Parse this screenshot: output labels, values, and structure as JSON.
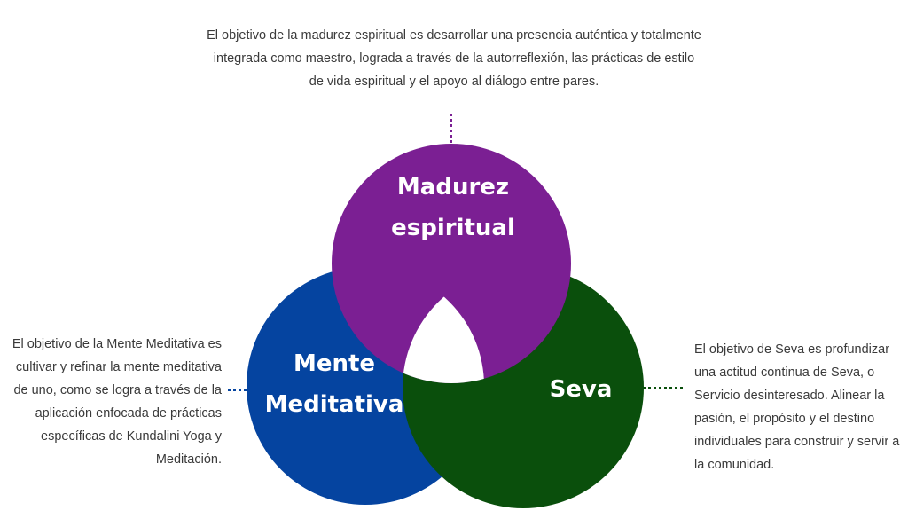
{
  "description_top": "El objetivo de la madurez espiritual es desarrollar una presencia auténtica y totalmente integrada como maestro, lograda a través de la autorreflexión, las prácticas de estilo de vida espiritual y el apoyo al diálogo entre pares.",
  "description_left": "El objetivo de la Mente Meditativa es cultivar y refinar la mente meditativa de uno, como se logra a través de la aplicación enfocada de prácticas específicas de Kundalini Yoga y Meditación.",
  "description_right": "El objetivo de Seva es profundizar una actitud continua de Seva, o Servicio desinteresado. Alinear la pasión, el propósito y el destino individuales para construir y servir a la comunidad.",
  "circles": {
    "madurez": {
      "line1": "Madurez",
      "line2": "espiritual",
      "color": "#7b1f93"
    },
    "mente": {
      "line1": "Mente",
      "line2": "Meditativa",
      "color": "#0544a0"
    },
    "seva": {
      "label": "Seva",
      "color": "#0a4f0c"
    }
  }
}
